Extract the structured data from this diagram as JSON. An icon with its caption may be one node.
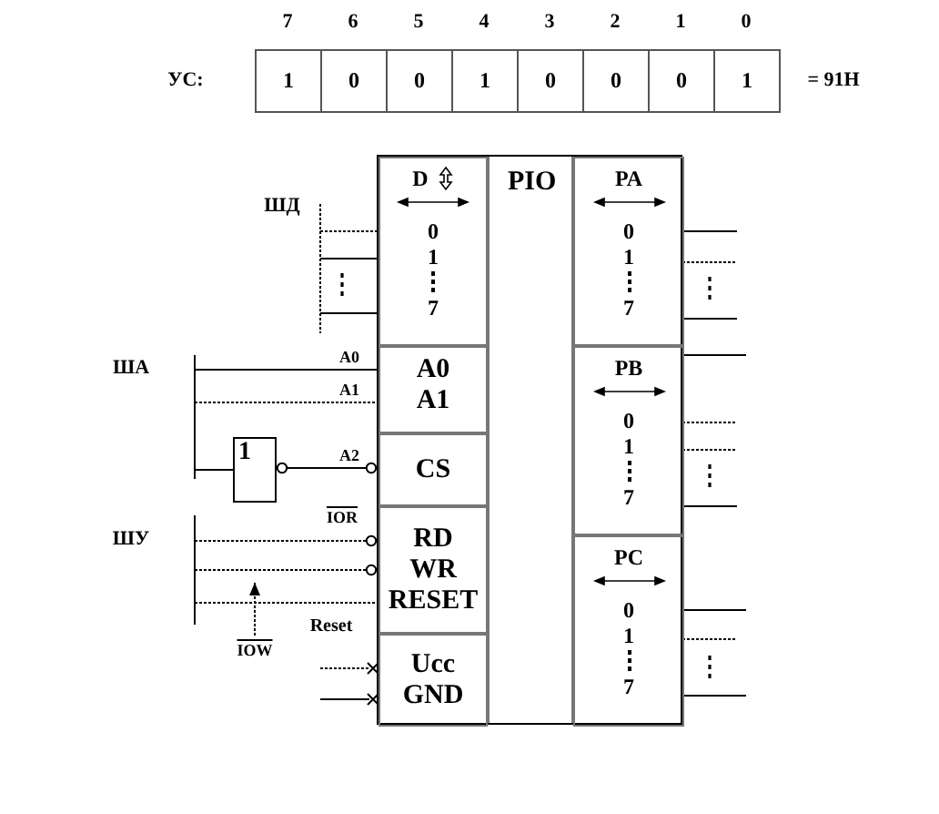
{
  "diagram": {
    "nodes": [
      {
        "text": [
          "PIO"
        ]
      },
      {
        "text": [
          "D",
          "0",
          "1",
          "7"
        ],
        "in": 0
      },
      {
        "text": [
          "A0",
          "A1"
        ],
        "in": 0
      },
      {
        "text": [
          "CS"
        ],
        "in": 0
      },
      {
        "text": [
          "RD",
          "WR",
          "RESET"
        ],
        "in": 0
      },
      {
        "text": [
          "Ucc",
          "GND"
        ],
        "in": 0
      },
      {
        "text": [
          "PA",
          "0",
          "1",
          "7"
        ],
        "in": 0
      },
      {
        "text": [
          "PB",
          "0",
          "1",
          "7"
        ],
        "in": 0
      },
      {
        "text": [
          "PC",
          "0",
          "1",
          "7"
        ],
        "in": 0
      },
      {
        "text": [
          "1"
        ]
      }
    ],
    "edges": [
      {
        "from": null,
        "to": 9,
        "arrow": "none"
      },
      {
        "from": 9,
        "to": 3,
        "arrow": "other"
      }
    ],
    "labels": [
      "7",
      "6",
      "5",
      "4",
      "3",
      "2",
      "1",
      "0",
      "УС:",
      "1",
      "0",
      "0",
      "1",
      "0",
      "0",
      "0",
      "1",
      "= 91H",
      "ШД",
      "ША",
      "A0",
      "A1",
      "A2",
      "IOR",
      "ШУ",
      "IOW",
      "Reset"
    ]
  }
}
